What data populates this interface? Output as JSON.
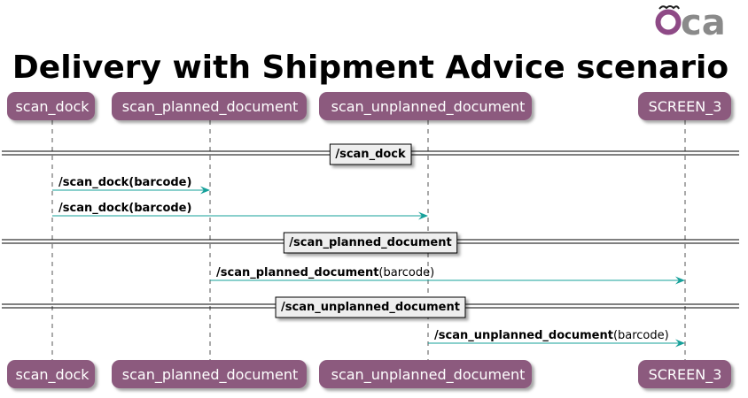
{
  "title": "Delivery with Shipment Advice scenario",
  "logo": {
    "text_o": "O",
    "text_ca": "ca"
  },
  "colors": {
    "participant_fill": "#8c5a7e",
    "arrow": "#16a09a",
    "divider_fill": "#eeeeee",
    "logo_purple": "#8e4a86",
    "logo_gray": "#8a8a8a"
  },
  "participants": [
    {
      "id": "scan_dock",
      "label": "scan_dock"
    },
    {
      "id": "scan_planned_document",
      "label": "scan_planned_document"
    },
    {
      "id": "scan_unplanned_document",
      "label": "scan_unplanned_document"
    },
    {
      "id": "SCREEN_3",
      "label": "SCREEN_3"
    }
  ],
  "events": [
    {
      "kind": "divider",
      "label": "/scan_dock"
    },
    {
      "kind": "message",
      "from": "scan_dock",
      "to": "scan_planned_document",
      "bold": "/scan_dock(barcode)",
      "normal": ""
    },
    {
      "kind": "message",
      "from": "scan_dock",
      "to": "scan_unplanned_document",
      "bold": "/scan_dock(barcode)",
      "normal": ""
    },
    {
      "kind": "divider",
      "label": "/scan_planned_document"
    },
    {
      "kind": "message",
      "from": "scan_planned_document",
      "to": "SCREEN_3",
      "bold": "/scan_planned_document",
      "normal": "(barcode)"
    },
    {
      "kind": "divider",
      "label": "/scan_unplanned_document"
    },
    {
      "kind": "message",
      "from": "scan_unplanned_document",
      "to": "SCREEN_3",
      "bold": "/scan_unplanned_document",
      "normal": "(barcode)"
    }
  ]
}
